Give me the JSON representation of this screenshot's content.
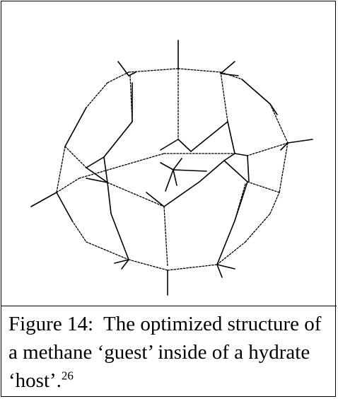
{
  "figure": {
    "caption_label": "Figure 14:",
    "caption_text": "The optimized structure of a methane ‘guest’ inside of a hydrate ‘host’.",
    "caption_ref": "26",
    "structure": "methane molecule inside a water clathrate hydrate cage"
  }
}
